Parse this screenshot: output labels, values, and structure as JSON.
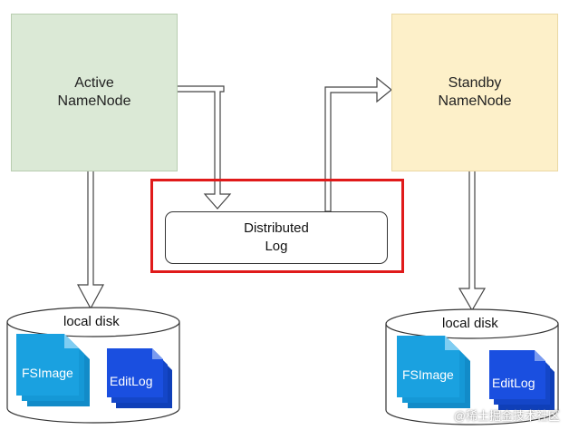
{
  "active_namenode": {
    "line1": "Active",
    "line2": "NameNode"
  },
  "standby_namenode": {
    "line1": "Standby",
    "line2": "NameNode"
  },
  "distributed_log": {
    "line1": "Distributed",
    "line2": "Log"
  },
  "left_disk": {
    "label": "local disk",
    "fsimage": "FSImage",
    "editlog": "EditLog"
  },
  "right_disk": {
    "label": "local disk",
    "fsimage": "FSImage",
    "editlog": "EditLog"
  },
  "watermark": "@稀土掘金技术社区",
  "colors": {
    "active_fill": "#dbe9d6",
    "standby_fill": "#fdf0c9",
    "highlight_border": "#e01a1a",
    "fsimage_fill": "#1aa1e0",
    "editlog_fill": "#1a4fe0"
  }
}
